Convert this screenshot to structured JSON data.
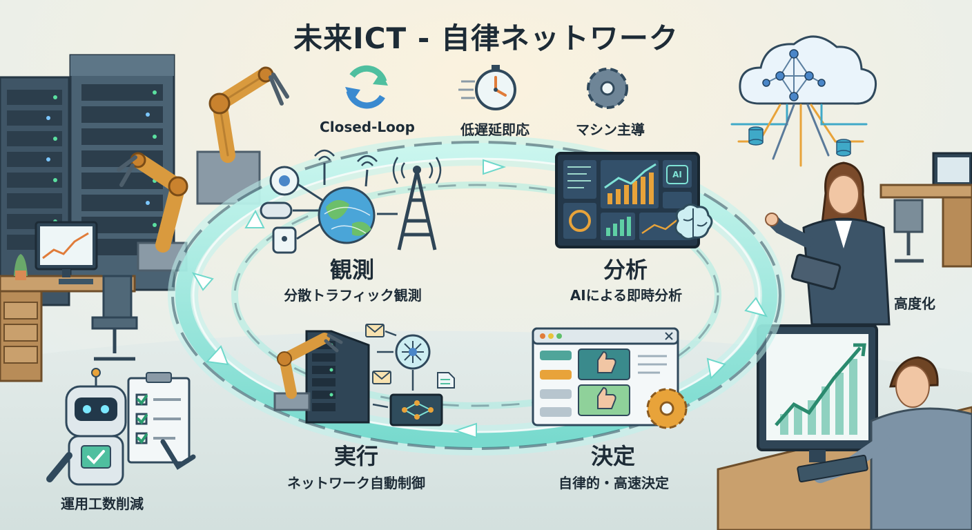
{
  "title": "未来ICT - 自律ネットワーク",
  "features": [
    {
      "label": "Closed-Loop",
      "icon": "refresh-cycle-icon"
    },
    {
      "label": "低遅延即応",
      "icon": "stopwatch-icon"
    },
    {
      "label": "マシン主導",
      "icon": "gear-icon"
    }
  ],
  "stages": [
    {
      "title": "観測",
      "desc": "分散トラフィック観測"
    },
    {
      "title": "分析",
      "desc": "AIによる即時分析"
    },
    {
      "title": "決定",
      "desc": "自律的・高速決定"
    },
    {
      "title": "実行",
      "desc": "ネットワーク自動制御"
    }
  ],
  "side_labels": {
    "left": "運用工数削減",
    "right": "高度化"
  },
  "monitor_ai_label": "AI",
  "colors": {
    "ring": "#7fe3d6",
    "accent": "#e8a33a",
    "panel": "#24384a",
    "background": "#eef3f1"
  }
}
